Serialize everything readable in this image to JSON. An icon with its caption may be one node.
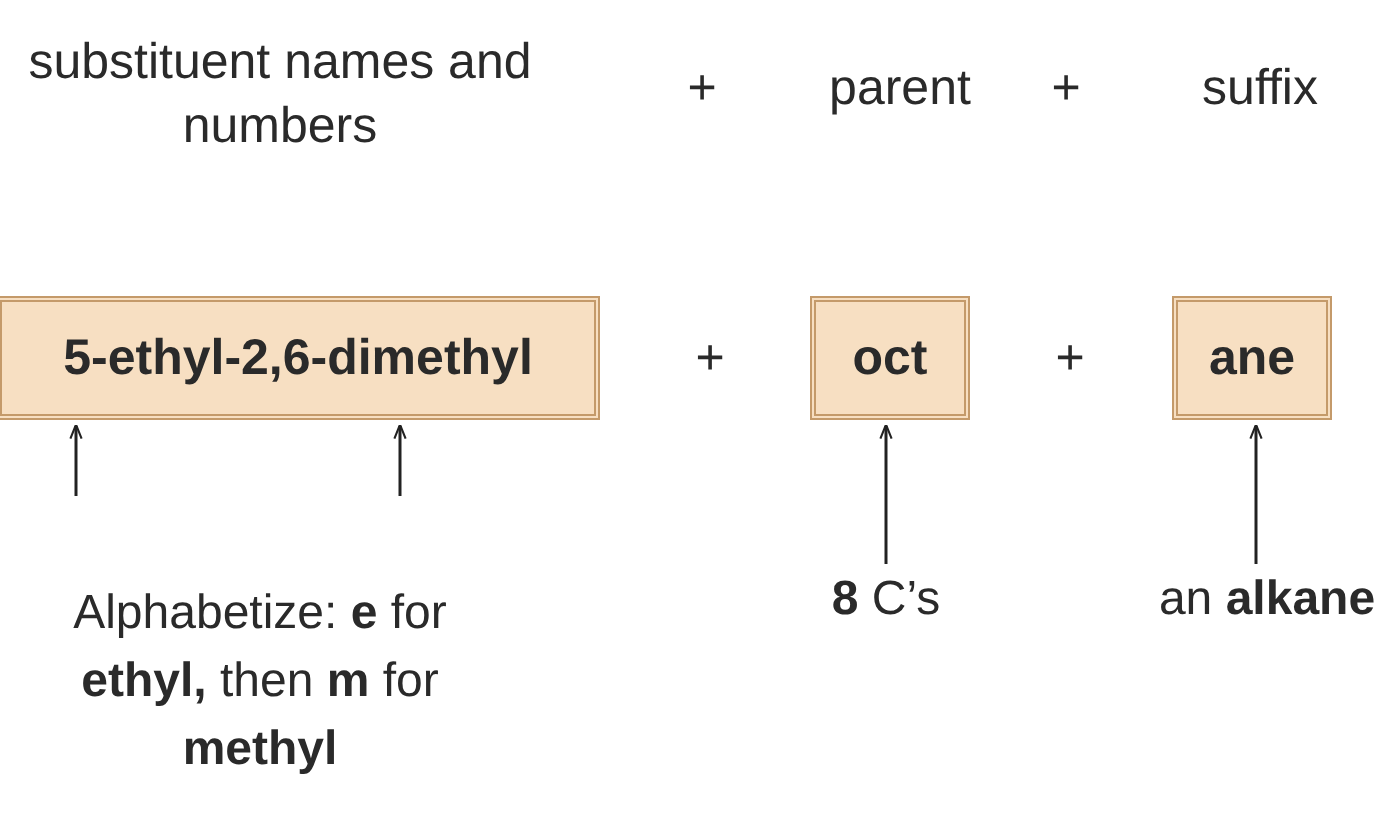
{
  "diagram": {
    "nodes": [
      {
        "text": [
          "5-ethyl-2,6-dimethyl"
        ]
      },
      {
        "text": [
          "oct"
        ]
      },
      {
        "text": [
          "ane"
        ]
      },
      {
        "text": [
          "Alphabetize: **e** for **ethyl,** then **m** for **methyl**"
        ]
      },
      {
        "text": [
          "**8** C’s"
        ]
      },
      {
        "text": [
          "an **alkane**"
        ]
      }
    ],
    "edges": [
      {
        "from": 3,
        "to": 0,
        "arrow": "to"
      },
      {
        "from": 3,
        "to": 0,
        "arrow": "to"
      },
      {
        "from": 4,
        "to": 1,
        "arrow": "to"
      },
      {
        "from": 5,
        "to": 2,
        "arrow": "to"
      }
    ],
    "labels": [
      "substituent names and numbers",
      "+",
      "parent",
      "+",
      "suffix",
      "+",
      "+"
    ]
  }
}
